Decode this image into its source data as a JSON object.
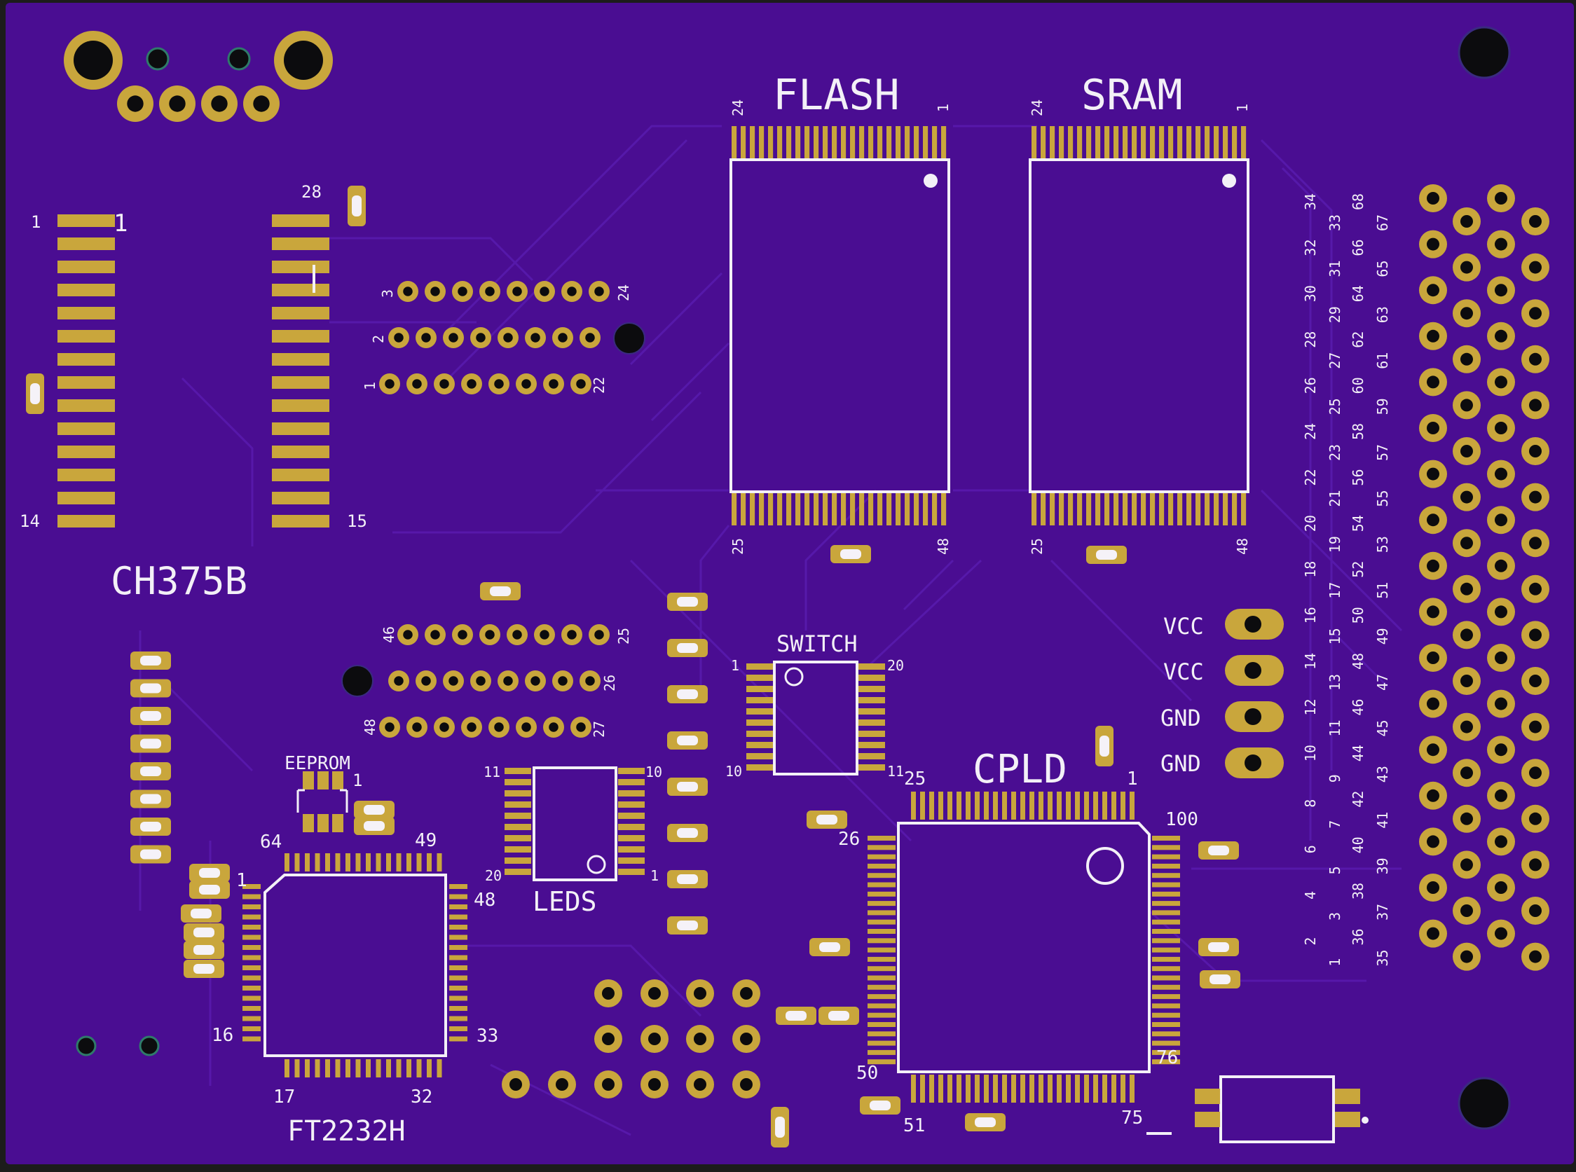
{
  "colors": {
    "background": "#1c1c1c",
    "board": "#4a0d92",
    "trace": "#5b1cae",
    "pad": "#c9a63c",
    "pad_inner": "#a8873a",
    "silk": "#f3f0f7",
    "hole": "#0c0c0e",
    "smd_body": "#f5f2f8"
  },
  "labels": {
    "flash": "FLASH",
    "sram": "SRAM",
    "ch375b": "CH375B",
    "switch": "SWITCH",
    "eeprom": "EEPROM",
    "leds": "LEDS",
    "ft2232h": "FT2232H",
    "cpld": "CPLD",
    "vcc1": "VCC",
    "vcc2": "VCC",
    "gnd1": "GND",
    "gnd2": "GND"
  },
  "pins": {
    "ch375b": {
      "tl": "1",
      "tl2": "1",
      "bl": "14",
      "tr": "28",
      "br": "15"
    },
    "flash": {
      "tl": "24",
      "tr": "1",
      "bl": "25",
      "br": "48"
    },
    "sram": {
      "tl": "24",
      "tr": "1",
      "bl": "25",
      "br": "48"
    },
    "hdr_top": {
      "r3": "3",
      "r2": "2",
      "r1": "1",
      "end": "24",
      "end2": "22"
    },
    "hdr_mid": {
      "a": "46",
      "b": "48",
      "end1": "25",
      "end2": "26",
      "end3": "27"
    },
    "switch": {
      "tl": "1",
      "tr": "20",
      "bl": "10",
      "br": "11"
    },
    "leds": {
      "tl": "11",
      "tr": "10",
      "bl": "20",
      "br": "1"
    },
    "eeprom": {
      "p1": "1"
    },
    "ft2232h": {
      "a": "64",
      "b": "49",
      "c": "1",
      "d": "48",
      "e": "16",
      "f": "33",
      "g": "17",
      "h": "32"
    },
    "cpld": {
      "a": "25",
      "b": "1",
      "c": "26",
      "d": "100",
      "e": "50",
      "f": "76",
      "g": "51",
      "h": "75"
    }
  },
  "connector_numbers": {
    "col1": [
      "34",
      "32",
      "30",
      "28",
      "26",
      "24",
      "22",
      "20",
      "18",
      "16",
      "14",
      "12",
      "10",
      "8",
      "6",
      "4",
      "2"
    ],
    "col2": [
      "33",
      "31",
      "29",
      "27",
      "25",
      "23",
      "21",
      "19",
      "17",
      "15",
      "13",
      "11",
      "9",
      "7",
      "5",
      "3",
      "1"
    ],
    "col3": [
      "68",
      "66",
      "64",
      "62",
      "60",
      "58",
      "56",
      "54",
      "52",
      "50",
      "48",
      "46",
      "44",
      "42",
      "40",
      "38",
      "36"
    ],
    "col4": [
      "67",
      "65",
      "63",
      "61",
      "59",
      "57",
      "55",
      "53",
      "51",
      "49",
      "47",
      "45",
      "43",
      "41",
      "39",
      "37",
      "35"
    ]
  }
}
